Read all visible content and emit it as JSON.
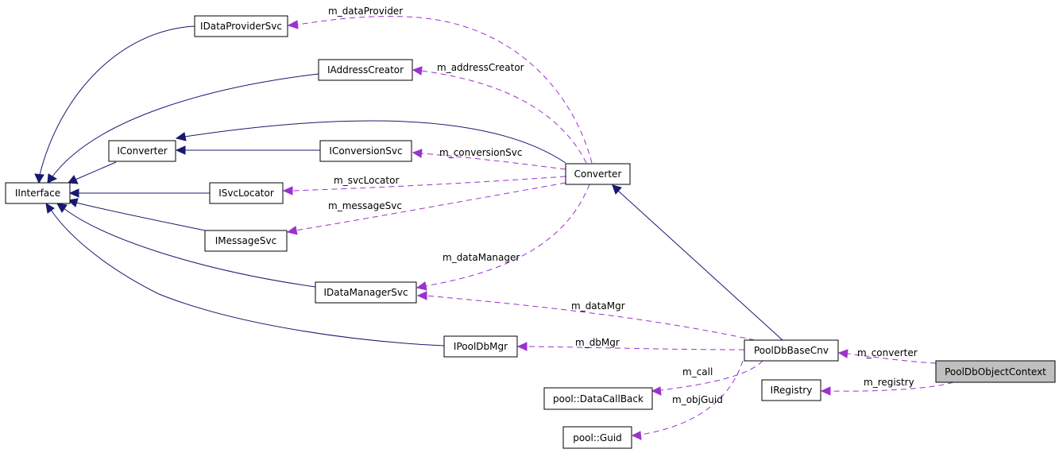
{
  "nodes": {
    "iinterface": "IInterface",
    "idataprovidersvc": "IDataProviderSvc",
    "iaddresscreator": "IAddressCreator",
    "iconverter": "IConverter",
    "iconversionsvc": "IConversionSvc",
    "isvclocator": "ISvcLocator",
    "imessagesvc": "IMessageSvc",
    "idatamanagersvc": "IDataManagerSvc",
    "ipooldbmgr": "IPoolDbMgr",
    "converter": "Converter",
    "pooldbbasecnv": "PoolDbBaseCnv",
    "pooldbobjectcontext": "PoolDbObjectContext",
    "iregistry": "IRegistry",
    "datacallback": "pool::DataCallBack",
    "guid": "pool::Guid"
  },
  "edge_labels": {
    "m_dataProvider": "m_dataProvider",
    "m_addressCreator": "m_addressCreator",
    "m_conversionSvc": "m_conversionSvc",
    "m_svcLocator": "m_svcLocator",
    "m_messageSvc": "m_messageSvc",
    "m_dataManager": "m_dataManager",
    "m_dataMgr": "m_dataMgr",
    "m_dbMgr": "m_dbMgr",
    "m_converter": "m_converter",
    "m_registry": "m_registry",
    "m_call": "m_call",
    "m_objGuid": "m_objGuid"
  },
  "colors": {
    "inheritance_edge": "#191970",
    "usage_edge": "#9a32cd",
    "highlighted_node_fill": "#bfbfbf"
  }
}
